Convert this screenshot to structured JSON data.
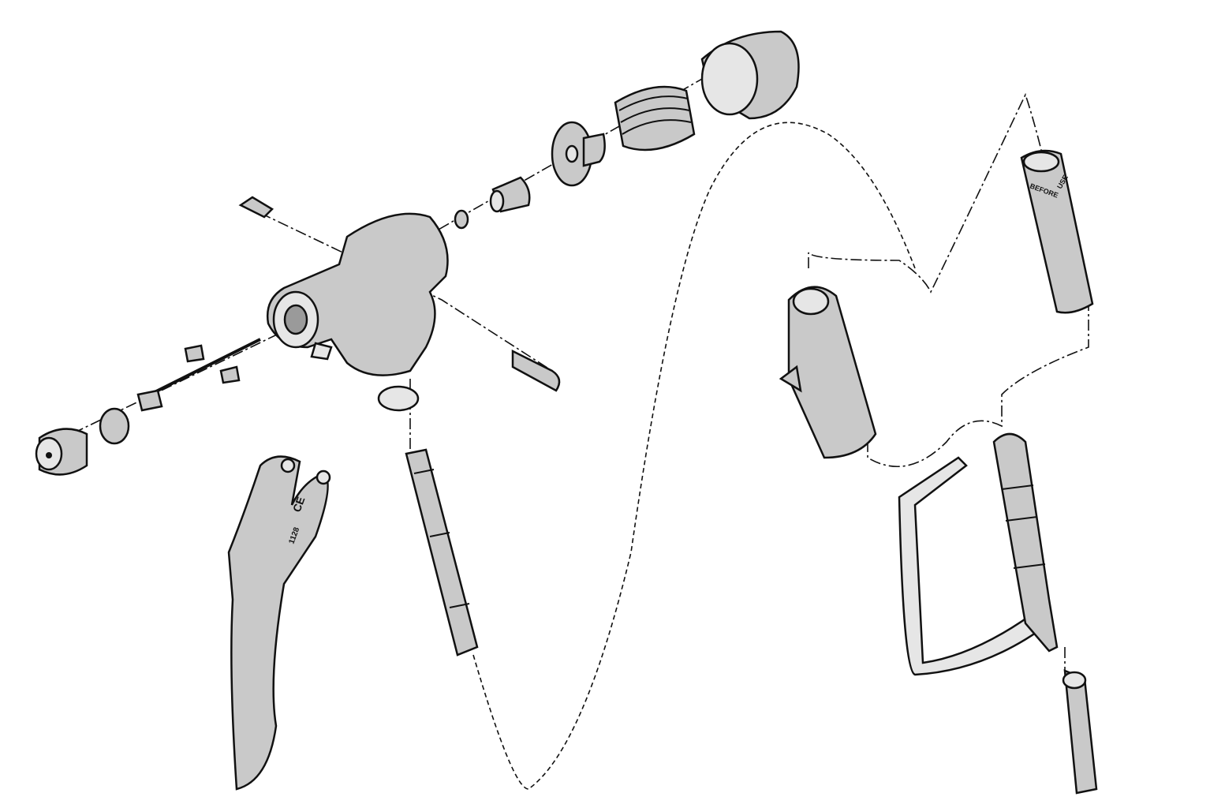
{
  "diagram": {
    "type": "exploded-parts-view",
    "colors": {
      "part": "#c9c9c9",
      "outline": "#111111",
      "highlight": "#e6e6e6"
    },
    "markings": {
      "trigger_guard": [
        "CE",
        "1128"
      ],
      "filter_handle": [
        "USE",
        "BEFORE"
      ]
    }
  }
}
